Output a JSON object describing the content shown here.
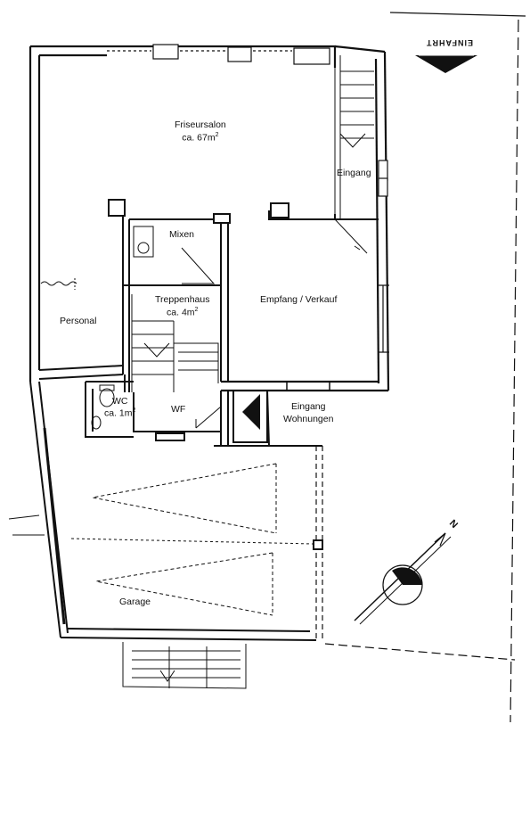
{
  "rooms": {
    "friseursalon": {
      "name": "Friseursalon",
      "area_prefix": "ca. 67m",
      "area_sup": "2"
    },
    "eingang": {
      "name": "Eingang"
    },
    "mixen": {
      "name": "Mixen"
    },
    "treppenhaus": {
      "name": "Treppenhaus",
      "area_prefix": "ca. 4m",
      "area_sup": "2"
    },
    "empfang": {
      "name": "Empfang / Verkauf"
    },
    "personal": {
      "name": "Personal"
    },
    "wc": {
      "name": "WC",
      "area_prefix": "ca. 1m",
      "area_sup": "2"
    },
    "wf": {
      "name": "WF"
    },
    "eingang_wohnungen": {
      "line1": "Eingang",
      "line2": "Wohnungen"
    },
    "garage": {
      "name": "Garage"
    }
  },
  "entrance_marker": {
    "text": "EINFAHRT"
  },
  "north_arrow": {
    "letter": "N"
  }
}
